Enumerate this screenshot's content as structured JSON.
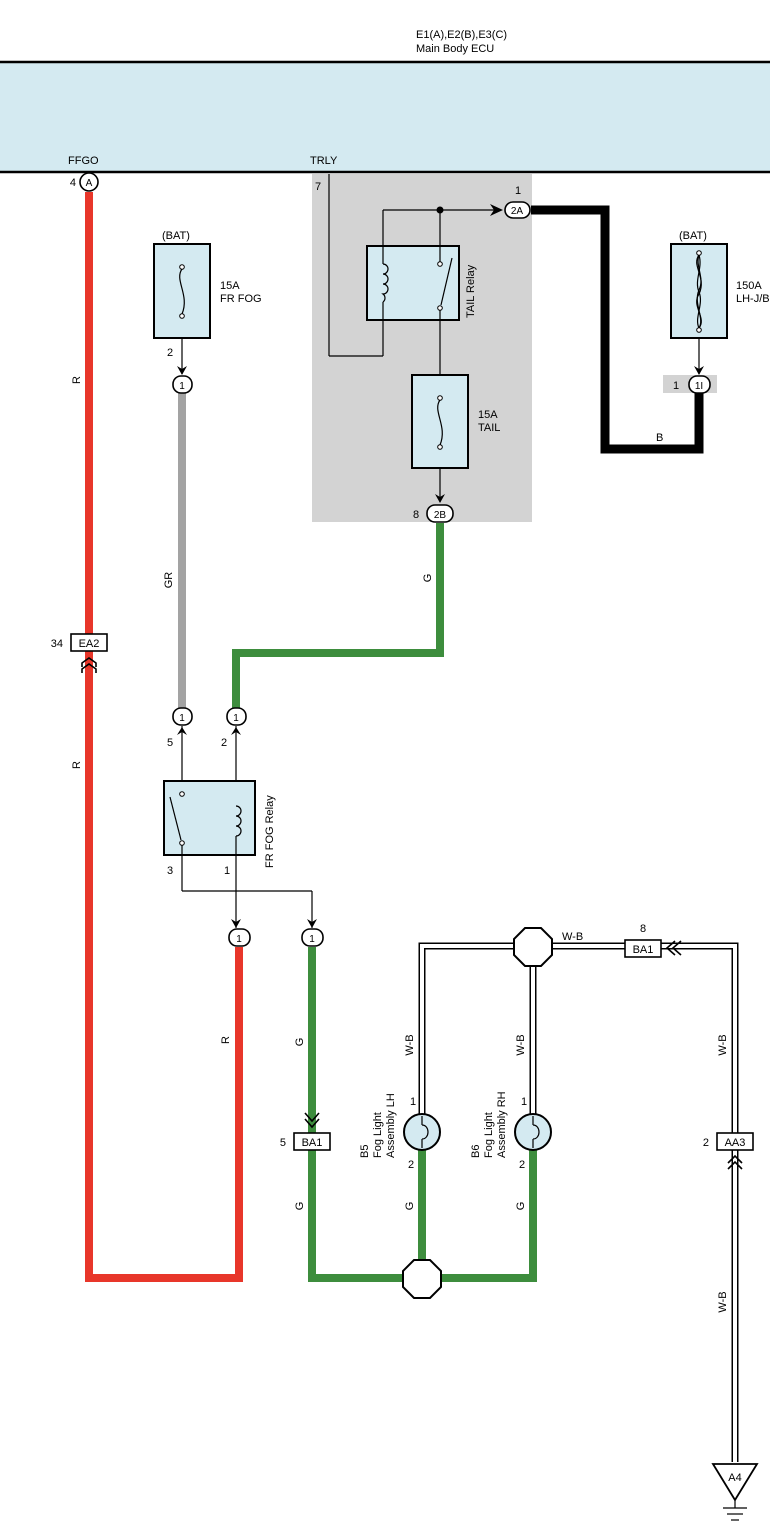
{
  "ecu": {
    "connectors": "E1(A),E2(B),E3(C)",
    "name": "Main Body ECU",
    "pin_ffgo": "FFGO",
    "pin_trly": "TRLY",
    "ffgo_pin_num": "4",
    "ffgo_conn": "A",
    "trly_pin_num": "7"
  },
  "fuse_fr_fog": {
    "source": "(BAT)",
    "rating": "15A",
    "name": "FR FOG",
    "pin": "2",
    "conn": "1"
  },
  "fuse_main": {
    "source": "(BAT)",
    "rating": "150A",
    "name": "LH-J/B",
    "pin": "1",
    "conn": "1I"
  },
  "tail_relay": {
    "name": "TAIL Relay",
    "out_pin": "1",
    "out_conn": "2A"
  },
  "fuse_tail": {
    "rating": "15A",
    "name": "TAIL",
    "pin": "8",
    "conn": "2B"
  },
  "fr_fog_relay": {
    "name": "FR FOG Relay",
    "pin5": "5",
    "pin2": "2",
    "pin3": "3",
    "pin1": "1",
    "conn": "1"
  },
  "junctions": {
    "ea2_pin": "34",
    "ea2": "EA2",
    "ba1_pin_left": "5",
    "ba1": "BA1",
    "ba1_pin_right": "8",
    "aa3_pin": "2",
    "aa3": "AA3",
    "ground": "A4"
  },
  "fog_lh": {
    "id": "B5",
    "line1": "Fog Light",
    "line2": "Assembly LH",
    "pin_top": "1",
    "pin_bottom": "2"
  },
  "fog_rh": {
    "id": "B6",
    "line1": "Fog Light",
    "line2": "Assembly RH",
    "pin_top": "1",
    "pin_bottom": "2"
  },
  "wire_labels": {
    "r": "R",
    "gr": "GR",
    "g": "G",
    "b": "B",
    "wb": "W-B"
  },
  "colors": {
    "ecu_fill": "#d4eaf1",
    "relay_box": "#d3d3d3",
    "red": "#e8362a",
    "gray": "#a3a3a3",
    "green": "#3d8d3d",
    "black": "#000000"
  }
}
